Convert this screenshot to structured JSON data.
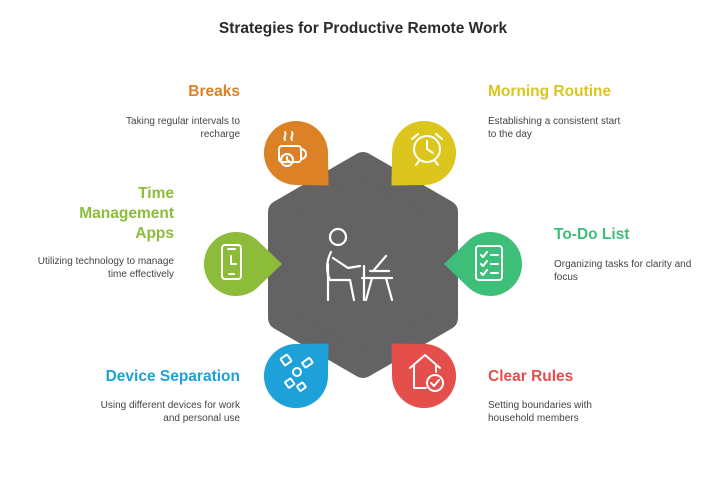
{
  "title": "Strategies for Productive Remote Work",
  "colors": {
    "center": "#636363",
    "breaks": "#dd8126",
    "morning_routine": "#dcc51d",
    "time_management": "#8dbb3a",
    "todo_list": "#3dbf7a",
    "device_separation": "#1ea0d8",
    "clear_rules": "#e44f4c"
  },
  "center": {
    "icon": "person-at-desk-icon"
  },
  "strategies": [
    {
      "key": "breaks",
      "title": "Breaks",
      "description": "Taking regular intervals to recharge",
      "icon": "coffee-cup-icon"
    },
    {
      "key": "morning_routine",
      "title": "Morning Routine",
      "description": "Establishing a consistent start to the day",
      "icon": "alarm-clock-icon"
    },
    {
      "key": "time_management",
      "title": "Time Management Apps",
      "description": "Utilizing technology to manage time effectively",
      "icon": "phone-clock-icon"
    },
    {
      "key": "todo_list",
      "title": "To-Do List",
      "description": "Organizing tasks for clarity and focus",
      "icon": "checklist-icon"
    },
    {
      "key": "device_separation",
      "title": "Device Separation",
      "description": "Using different devices for work and personal use",
      "icon": "devices-icon"
    },
    {
      "key": "clear_rules",
      "title": "Clear Rules",
      "description": "Setting boundaries with household members",
      "icon": "house-check-icon"
    }
  ]
}
